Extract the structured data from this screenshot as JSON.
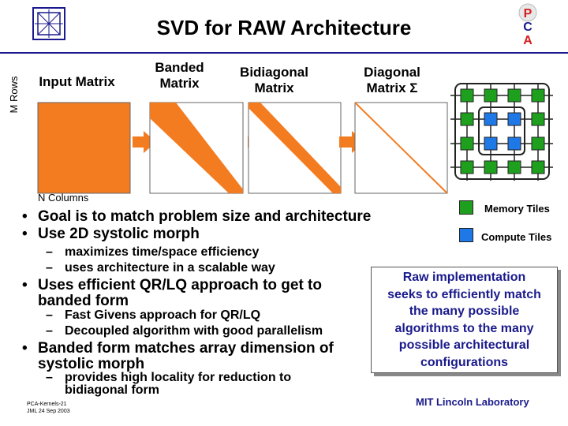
{
  "title": "SVD for RAW Architecture",
  "logo_pca": [
    "P",
    "C",
    "A"
  ],
  "matrix_labels": {
    "input": "Input Matrix",
    "banded_l1": "Banded",
    "banded_l2": "Matrix",
    "bidiagonal_l1": "Bidiagonal",
    "bidiagonal_l2": "Matrix",
    "diagonal_l1": "Diagonal",
    "diagonal_l2": "Matrix Σ"
  },
  "axis": {
    "rows": "M Rows",
    "columns": "N Columns"
  },
  "legend": {
    "memory": "Memory Tiles",
    "compute": "Compute Tiles"
  },
  "bullets": {
    "b1": "Goal is to match problem size and architecture",
    "b2": "Use 2D systolic morph",
    "b2_sub1": "maximizes time/space efficiency",
    "b2_sub2": "uses architecture in a scalable way",
    "b3_l1": "Uses efficient QR/LQ approach to get to",
    "b3_l2": "banded form",
    "b3_sub1": "Fast Givens approach for QR/LQ",
    "b3_sub2": "Decoupled algorithm with good parallelism",
    "b4_l1": "Banded form matches array dimension of",
    "b4_l2": "systolic morph",
    "b4_sub1_l1": "provides high locality for reduction to",
    "b4_sub1_l2": "bidiagonal form"
  },
  "raw_box": [
    "Raw implementation",
    "seeks to efficiently match",
    "the many possible",
    "algorithms to the many",
    "possible architectural",
    "configurations"
  ],
  "footer": {
    "line1": "PCA-Kernels-21",
    "line2": "JML 24 Sep 2003",
    "org": "MIT Lincoln Laboratory"
  },
  "colors": {
    "orange": "#f47c20",
    "arrow": "#f47c20",
    "memory_tile": "#1ea01e",
    "compute_tile": "#1e78e6",
    "accent": "#1a1a8c",
    "logo_red": "#d42020"
  }
}
